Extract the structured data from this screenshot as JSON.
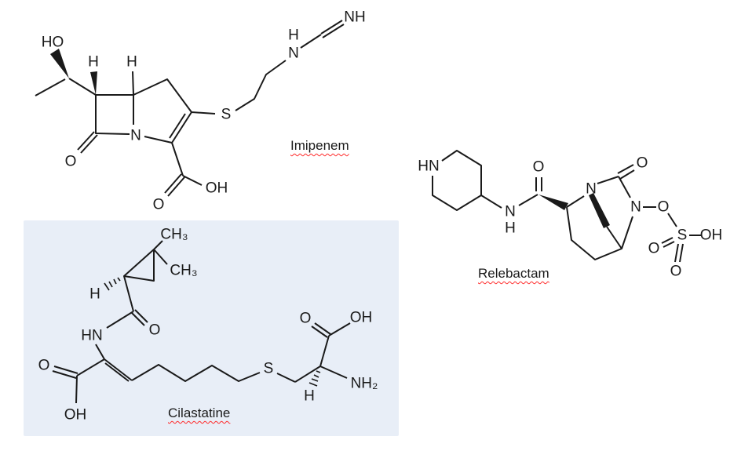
{
  "colors": {
    "page": "#ffffff",
    "panel": "#e8eef7",
    "ink": "#1a1a1a",
    "squiggle": "#ff2a2a"
  },
  "molecules": {
    "imipenem": {
      "caption": "Imipenem",
      "atoms": [
        "HO",
        "H",
        "H",
        "N",
        "O",
        "O",
        "OH",
        "S",
        "H",
        "N",
        "NH"
      ]
    },
    "cilastatine": {
      "caption": "Cilastatine",
      "atoms": [
        "CH₃",
        "CH₃",
        "H",
        "HN",
        "O",
        "O",
        "OH",
        "S",
        "O",
        "OH",
        "NH₂",
        "H"
      ]
    },
    "relebactam": {
      "caption": "Relebactam",
      "atoms": [
        "HN",
        "N",
        "H",
        "O",
        "N",
        "O",
        "N",
        "O",
        "S",
        "O",
        "O",
        "OH"
      ]
    }
  }
}
